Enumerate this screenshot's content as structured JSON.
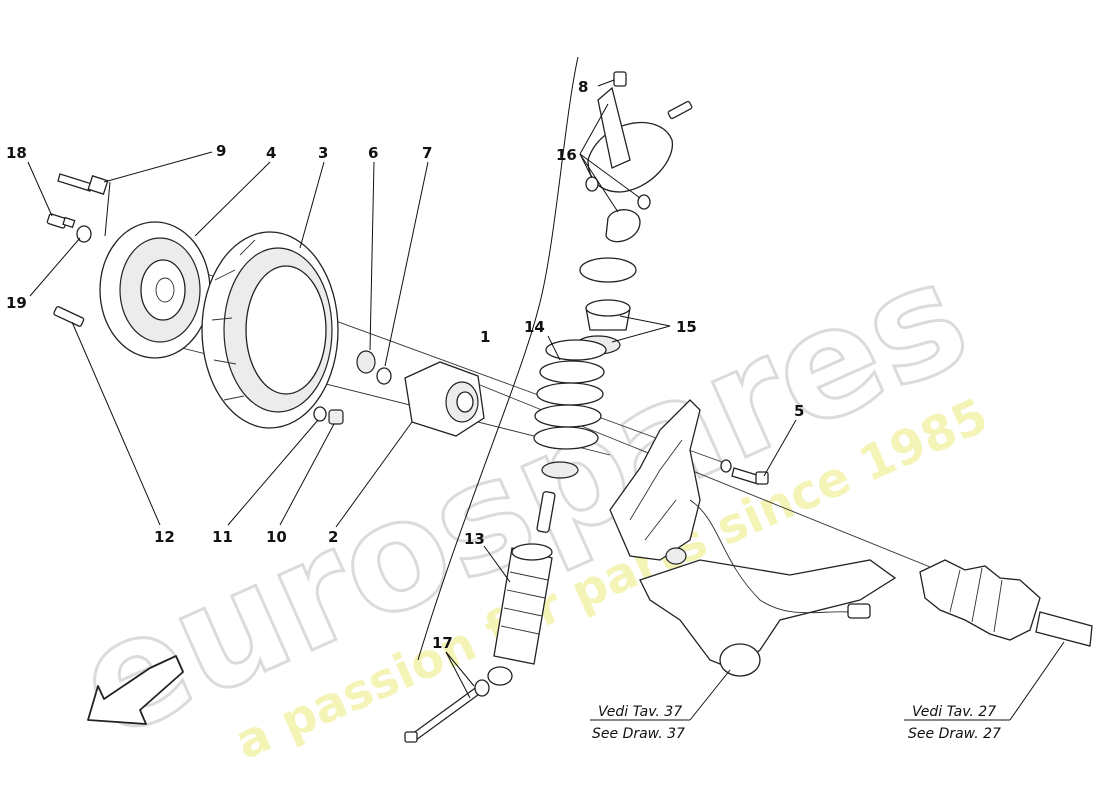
{
  "watermark": {
    "brand": "eurospares",
    "tagline": "a passion for parts since 1985"
  },
  "callouts": [
    {
      "id": "1",
      "label": "1"
    },
    {
      "id": "2",
      "label": "2"
    },
    {
      "id": "3",
      "label": "3"
    },
    {
      "id": "4",
      "label": "4"
    },
    {
      "id": "5",
      "label": "5"
    },
    {
      "id": "6",
      "label": "6"
    },
    {
      "id": "7",
      "label": "7"
    },
    {
      "id": "8",
      "label": "8"
    },
    {
      "id": "9",
      "label": "9"
    },
    {
      "id": "10",
      "label": "10"
    },
    {
      "id": "11",
      "label": "11"
    },
    {
      "id": "12",
      "label": "12"
    },
    {
      "id": "13",
      "label": "13"
    },
    {
      "id": "14",
      "label": "14"
    },
    {
      "id": "15",
      "label": "15"
    },
    {
      "id": "16",
      "label": "16"
    },
    {
      "id": "17",
      "label": "17"
    },
    {
      "id": "18",
      "label": "18"
    },
    {
      "id": "19",
      "label": "19"
    }
  ],
  "references": {
    "ref37": {
      "line1": "Vedi Tav. 37",
      "line2": "See Draw. 37"
    },
    "ref27": {
      "line1": "Vedi Tav. 27",
      "line2": "See Draw. 27"
    }
  }
}
